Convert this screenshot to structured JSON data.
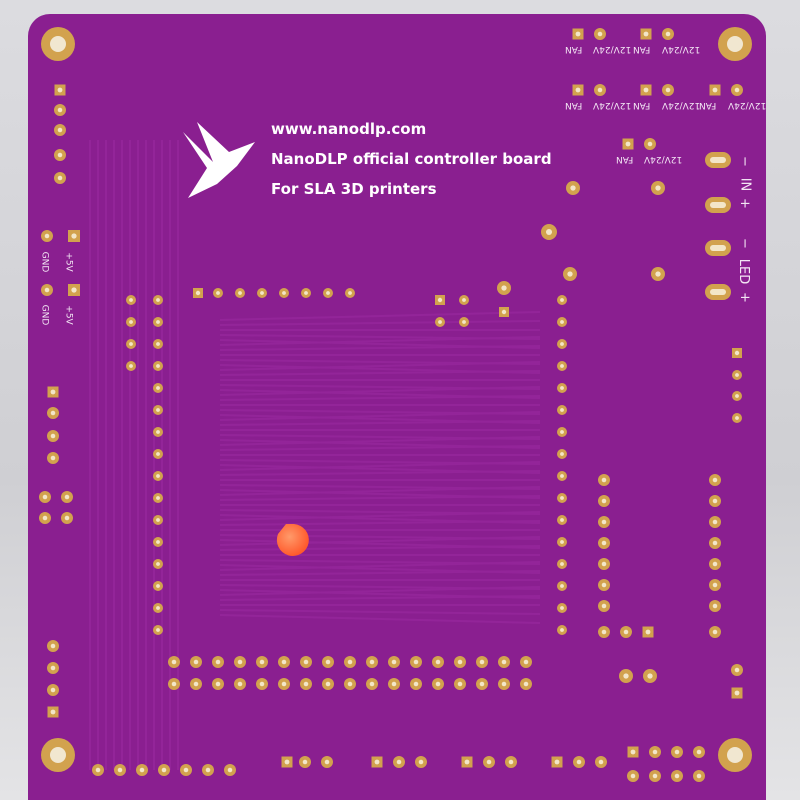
{
  "board": {
    "brand": {
      "website": "www.nanodlp.com",
      "line1": "NanoDLP official controller board",
      "line2": "For SLA 3D printers",
      "logo": "crane-bird-logo"
    },
    "labels": {
      "fan": "FAN",
      "volt": "12V/24V",
      "plus5v": "+5V",
      "gnd": "GND",
      "minus": "−",
      "plus": "+",
      "in": "IN",
      "led": "LED"
    },
    "colors": {
      "pcb": "#8a1f90",
      "copper": "#d2a24e",
      "silkscreen": "#ffffff",
      "led": "#ff6a3a"
    }
  }
}
